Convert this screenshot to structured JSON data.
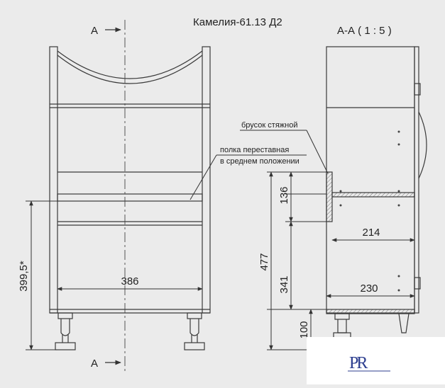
{
  "title": "Камелия-61.13 Д2",
  "section_title": "А-А ( 1 : 5 )",
  "section_marks": {
    "top": "А",
    "bottom": "А"
  },
  "callouts": {
    "tie_bar": "брусок стяжной",
    "shelf_line1": "полка переставная",
    "shelf_line2": "в среднем положении"
  },
  "dimensions": {
    "total_height": "477",
    "shelf_gap": "136",
    "lower_height": "341",
    "leg_height": "100",
    "shelf_height": "399,5*",
    "inner_width": "386",
    "shelf_depth": "214",
    "bottom_depth": "230"
  },
  "logo": {
    "text": "PR"
  },
  "colors": {
    "line": "#3a3a3a",
    "background": "#ebebeb",
    "logo_blue": "#2c3e8f"
  }
}
